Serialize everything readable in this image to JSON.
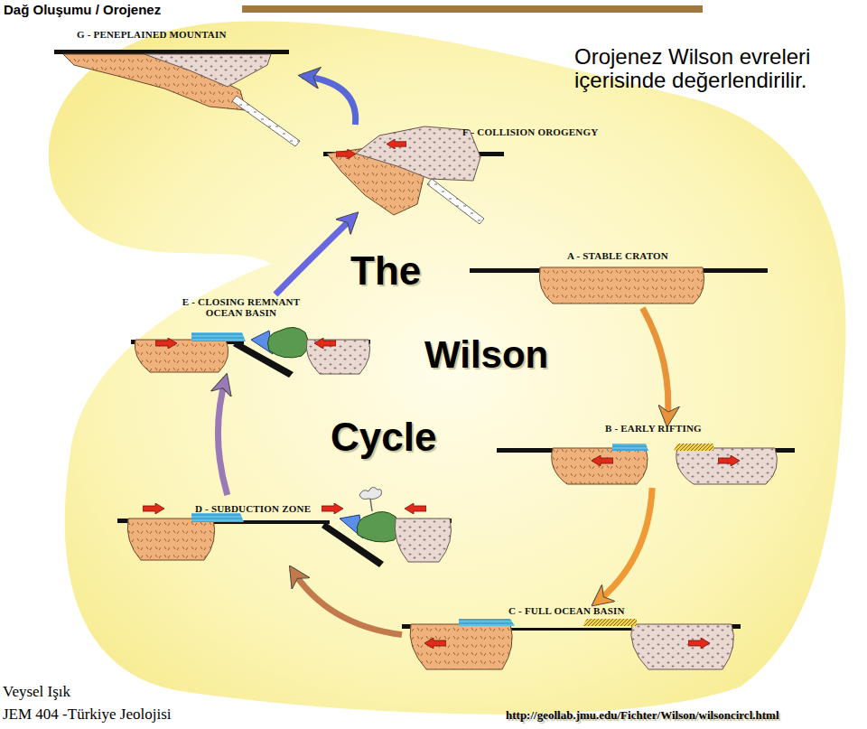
{
  "diagram": {
    "title": "Dağ Oluşumu / Orojenez",
    "nodes": [
      {
        "text": [
          "A - STABLE CRATON"
        ]
      },
      {
        "text": [
          "B - EARLY RIFTING"
        ]
      },
      {
        "text": [
          "C - FULL OCEAN BASIN"
        ]
      },
      {
        "text": [
          "D - SUBDUCTION ZONE"
        ]
      },
      {
        "text": [
          "E - CLOSING REMNANT OCEAN BASIN"
        ]
      },
      {
        "text": [
          "F - COLLISION OROGENGY"
        ]
      },
      {
        "text": [
          "G - PENEPLAINED MOUNTAIN"
        ]
      }
    ],
    "edges": [
      {
        "from": 0,
        "to": 1,
        "arrow": "to"
      },
      {
        "from": 1,
        "to": 2,
        "arrow": "to"
      },
      {
        "from": 2,
        "to": 3,
        "arrow": "to"
      },
      {
        "from": 3,
        "to": 4,
        "arrow": "to"
      },
      {
        "from": 4,
        "to": 5,
        "arrow": "to"
      },
      {
        "from": 5,
        "to": 6,
        "arrow": "to"
      }
    ],
    "labels": [
      "Orojenez Wilson evreleri içerisinde değerlendirilir.",
      "The",
      "Wilson",
      "Cycle",
      "Veysel Işık",
      "JEM 404 -Türkiye Jeolojisi",
      "http://geollab.jmu.edu/Fichter/Wilson/wilsoncircl.html"
    ]
  }
}
